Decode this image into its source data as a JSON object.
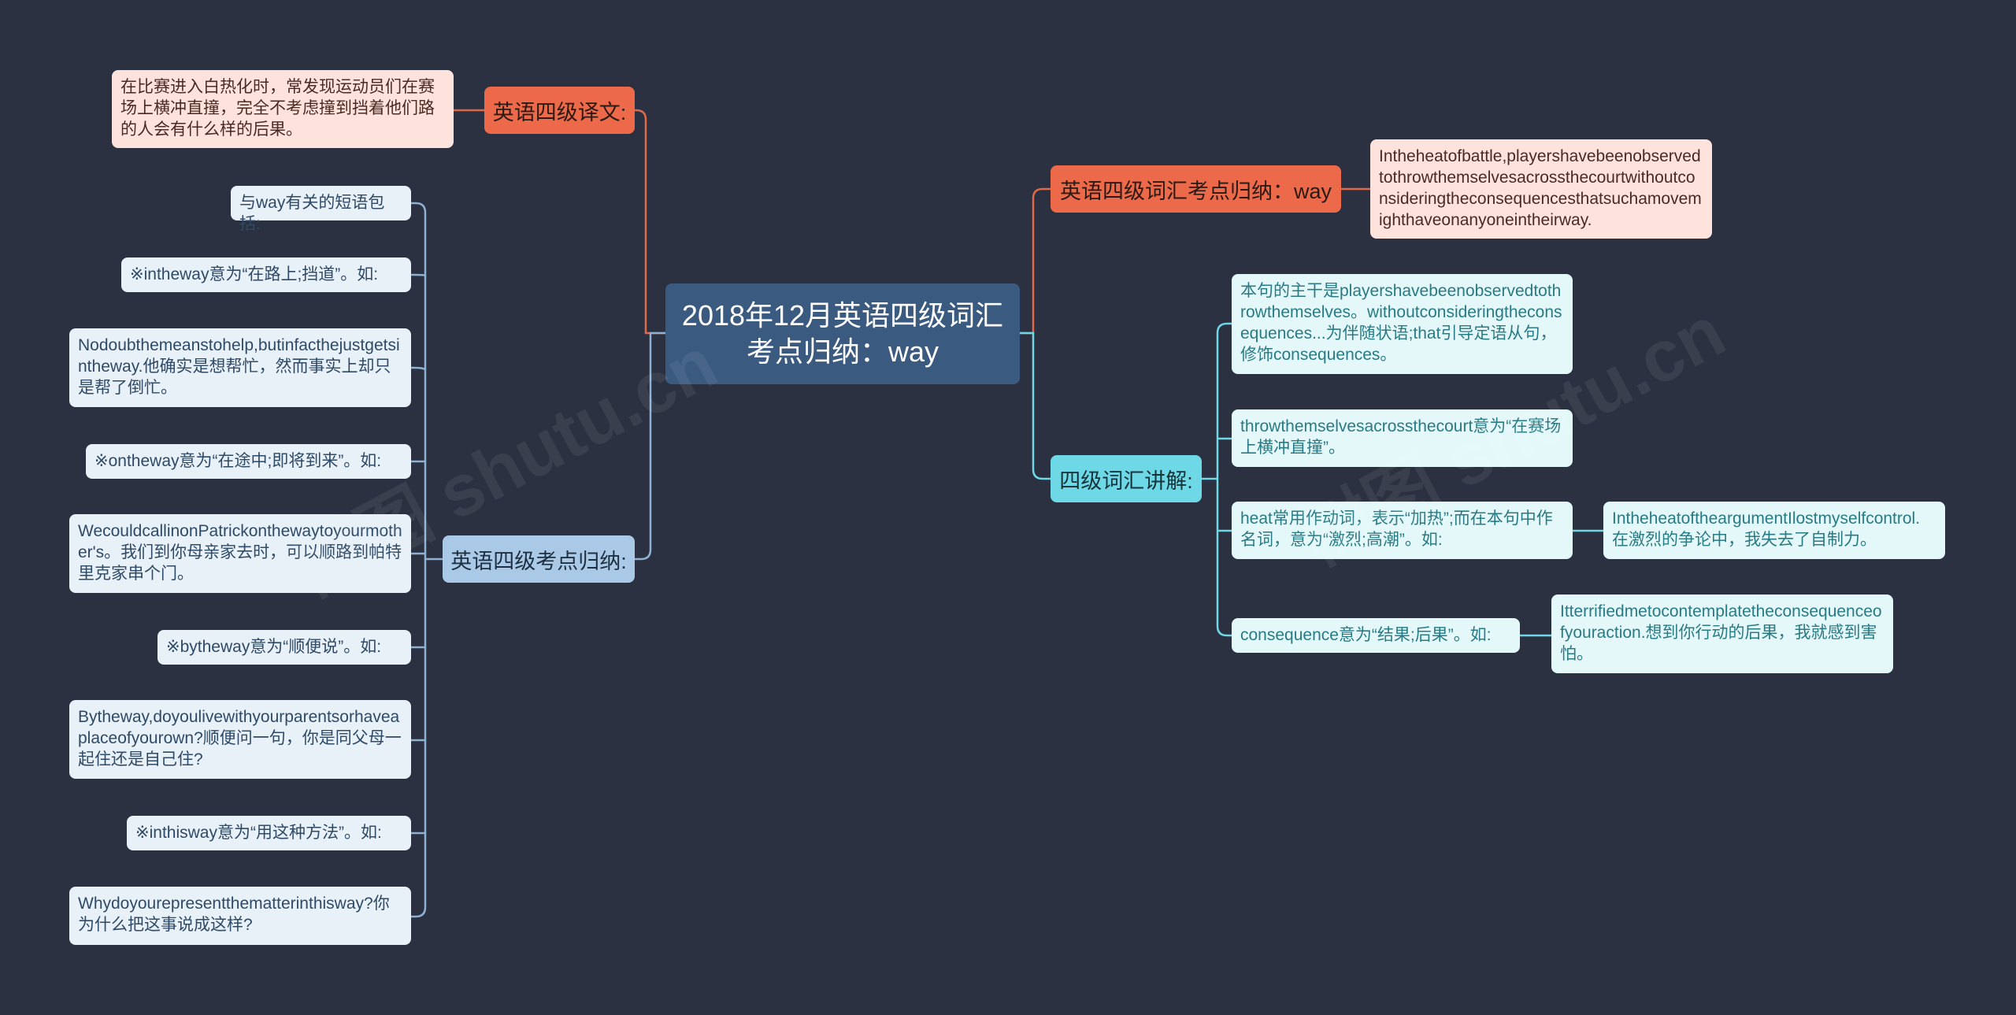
{
  "root": {
    "title": "2018年12月英语四级词汇考点归纳：way"
  },
  "branches": {
    "translation": {
      "label": "英语四级译文:",
      "text": "在比赛进入白热化时，常发现运动员们在赛场上横冲直撞，完全不考虑撞到挡着他们路的人会有什么样的后果。"
    },
    "points": {
      "label": "英语四级考点归纳:",
      "items": [
        "与way有关的短语包括:",
        "※intheway意为“在路上;挡道”。如:",
        "Nodoubthemeanstohelp,butinfacthejustgetsintheway.他确实是想帮忙，然而事实上却只是帮了倒忙。",
        "※ontheway意为“在途中;即将到来”。如:",
        "WecouldcallinonPatrickonthewaytoyourmother's。我们到你母亲家去时，可以顺路到帕特里克家串个门。",
        "※bytheway意为“顺便说”。如:",
        "Bytheway,doyoulivewithyourparentsorhaveaplaceofyourown?顺便问一句，你是同父母一起住还是自己住?",
        "※inthisway意为“用这种方法”。如:",
        "Whydoyourepresentthematterinthisway?你为什么把这事说成这样?"
      ]
    },
    "vocab": {
      "label": "英语四级词汇考点归纳：way",
      "text": "Intheheatofbattle,playershavebeenobservedtothrowthemselvesacrossthecourtwithoutconsideringtheconsequencesthatsuchamovemighthaveonanyoneintheirway."
    },
    "explain": {
      "label": "四级词汇讲解:",
      "items": [
        "本句的主干是playershavebeenobservedtothrowthemselves。withoutconsideringtheconsequences...为伴随状语;that引导定语从句，修饰consequences。",
        "throwthemselvesacrossthecourt意为“在赛场上横冲直撞”。",
        "heat常用作动词，表示“加热”;而在本句中作名词，意为“激烈;高潮”。如:",
        "consequence意为“结果;后果”。如:"
      ],
      "examples": {
        "heat": "IntheheatoftheargumentIlostmyselfcontrol.在激烈的争论中，我失去了自制力。",
        "consequence": "Itterrifiedmetocontemplatetheconsequenceofyouraction.想到你行动的后果，我就感到害怕。"
      }
    }
  },
  "watermark": "树图 shutu.cn",
  "colors": {
    "background": "#2b3140",
    "root": "#3b5a80",
    "orange": "#ec6a4a",
    "blue": "#a9c9e6",
    "cyan": "#6ed8e6",
    "link_orange": "#e0694a",
    "link_blue": "#8fb2d2",
    "link_cyan": "#6ed8e6"
  }
}
